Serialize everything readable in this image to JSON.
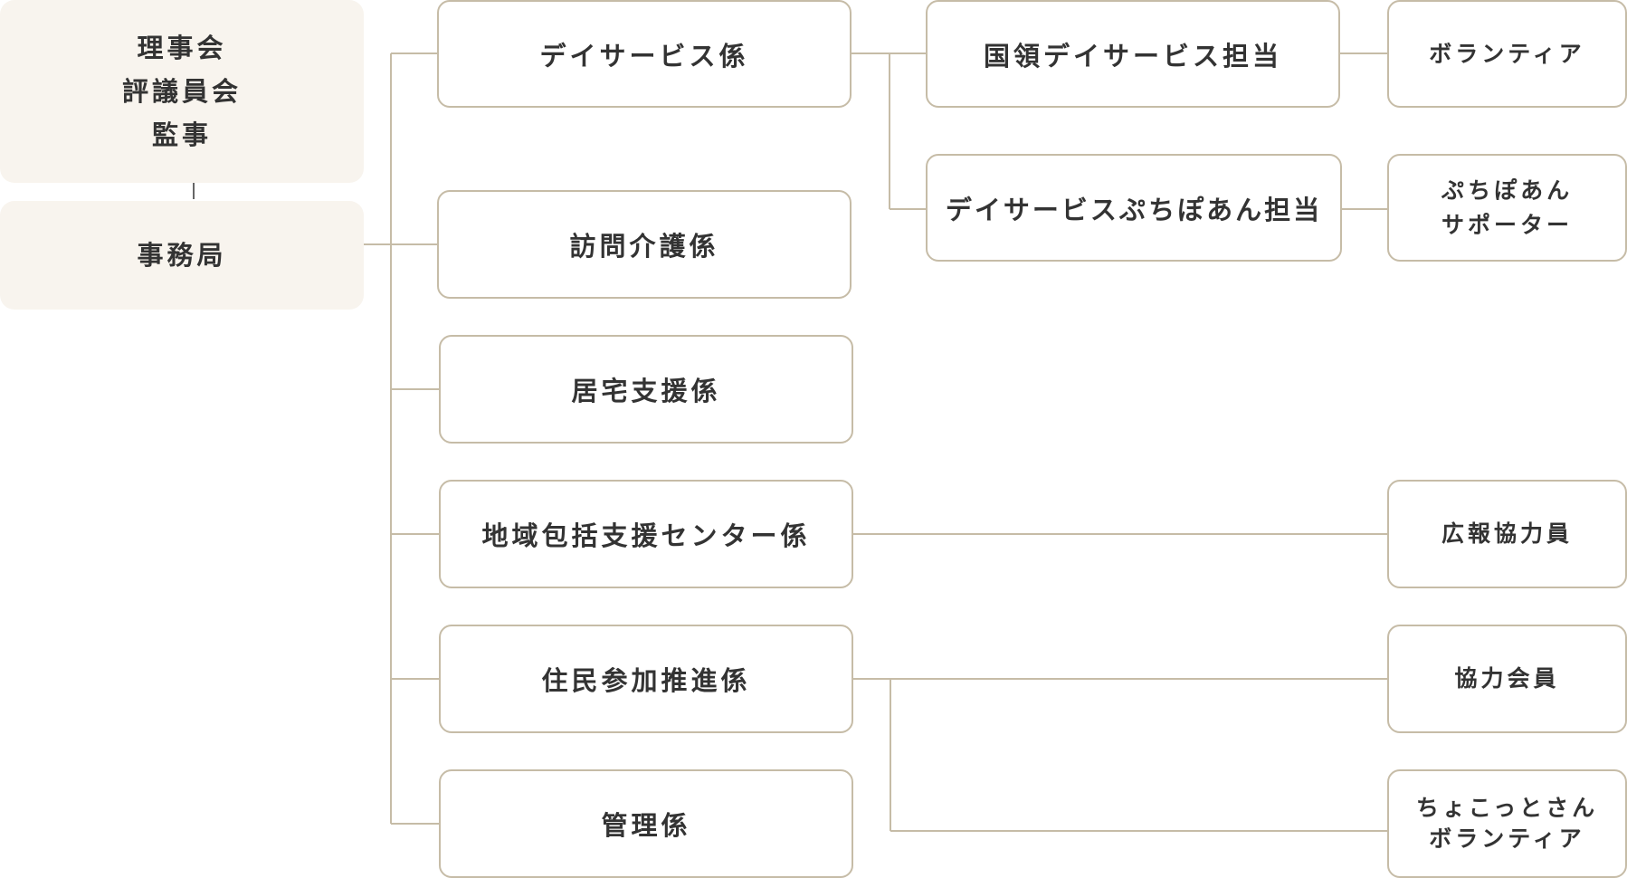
{
  "colors": {
    "line": "#c6bca7",
    "fill": "#f8f4ee",
    "text": "#333333"
  },
  "org": {
    "board": "理事会\n評議員会\n監事",
    "secretariat": "事務局",
    "sections": {
      "day_service": "デイサービス係",
      "home_care": "訪問介護係",
      "home_support": "居宅支援係",
      "community_center": "地域包括支援センター係",
      "resident_participation": "住民参加推進係",
      "management": "管理係"
    },
    "sub_units": {
      "kokuryo": "国領デイサービス担当",
      "puchipoan": "デイサービスぷちぽあん担当"
    },
    "volunteers": {
      "volunteer": "ボランティア",
      "puchipoan_supporter": "ぷちぽあん\nサポーター",
      "pr_cooperator": "広報協力員",
      "cooperative_member": "協力会員",
      "chokotto_volunteer": "ちょこっとさん\nボランティア"
    }
  }
}
